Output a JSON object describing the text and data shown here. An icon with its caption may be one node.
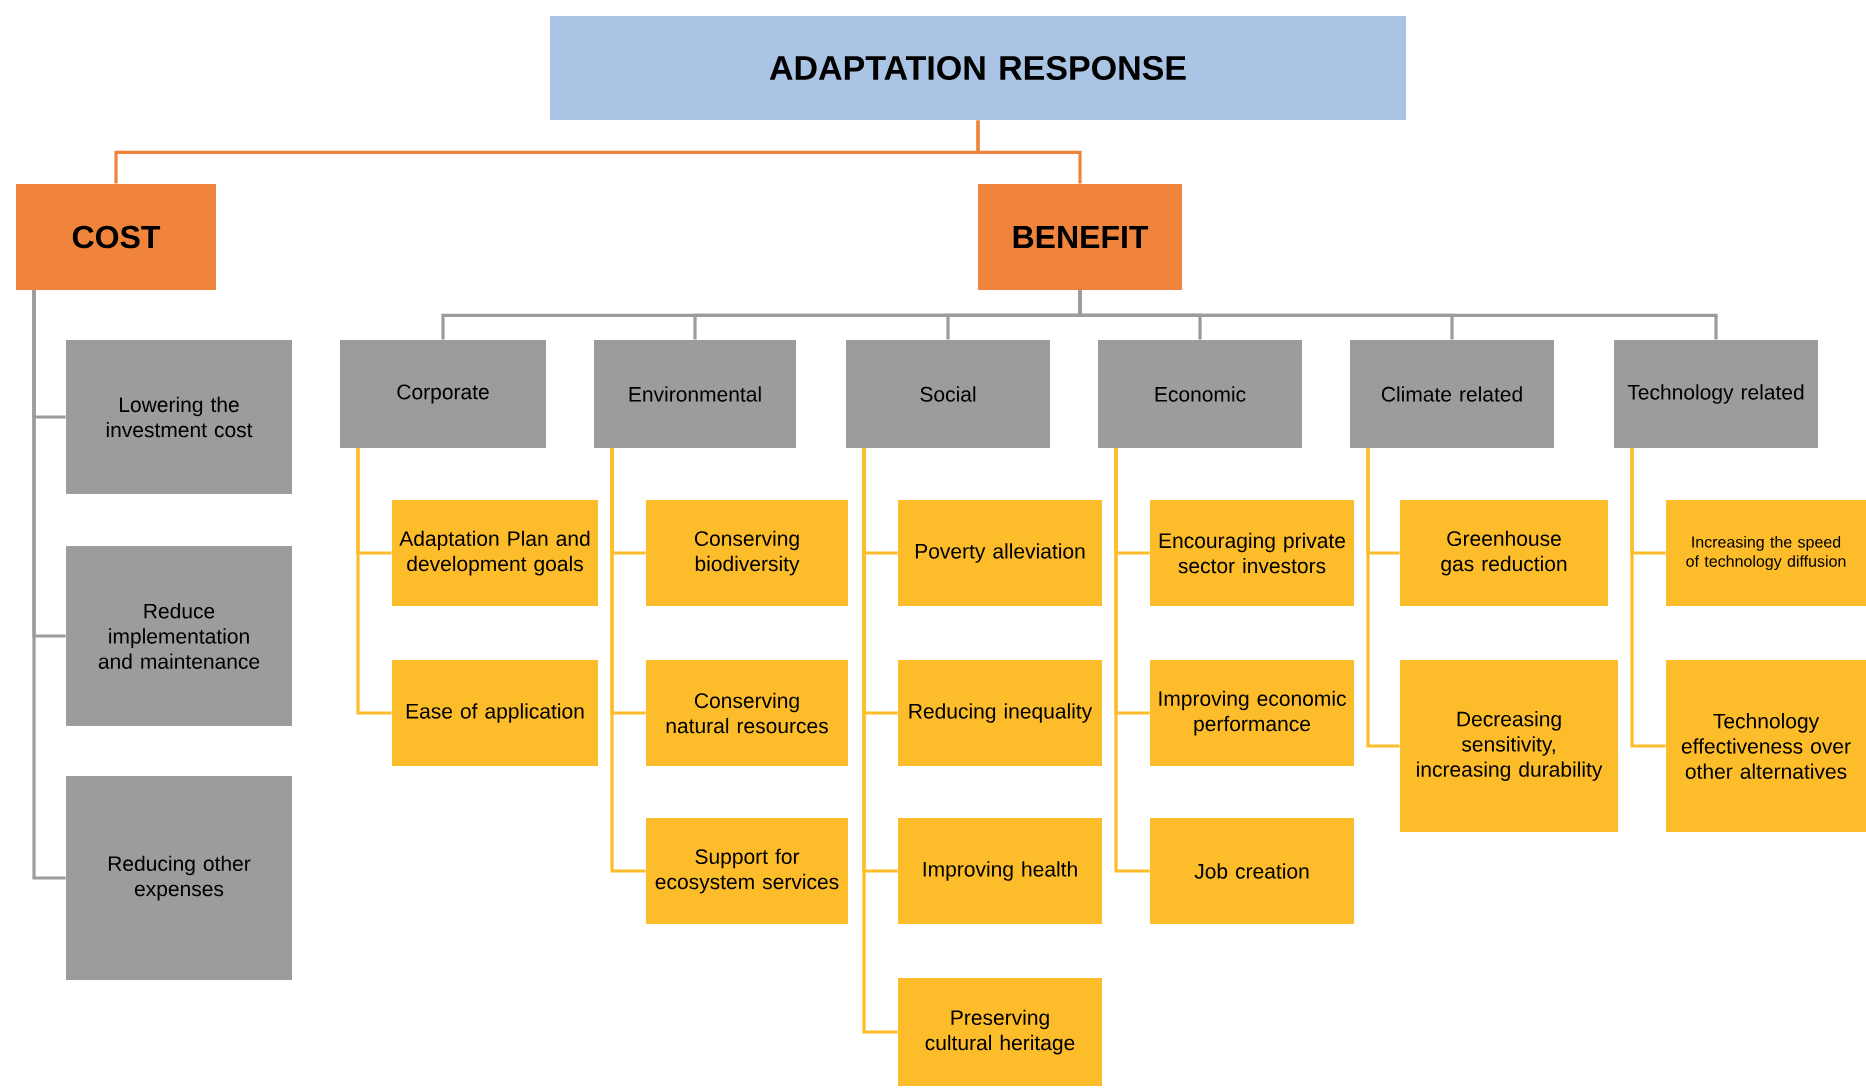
{
  "diagram": {
    "nodes": [
      {
        "text": [
          "ADAPTATION RESPONSE"
        ]
      },
      {
        "text": [
          "COST"
        ]
      },
      {
        "text": [
          "BENEFIT"
        ]
      },
      {
        "text": [
          "Lowering the investment cost"
        ]
      },
      {
        "text": [
          "Reduce implementation and maintenance"
        ]
      },
      {
        "text": [
          "Reducing other expenses"
        ]
      },
      {
        "text": [
          "Corporate"
        ]
      },
      {
        "text": [
          "Environmental"
        ]
      },
      {
        "text": [
          "Social"
        ]
      },
      {
        "text": [
          "Economic"
        ]
      },
      {
        "text": [
          "Climate related"
        ]
      },
      {
        "text": [
          "Technology related"
        ]
      },
      {
        "text": [
          "Adaptation Plan and development goals"
        ]
      },
      {
        "text": [
          "Ease of application"
        ]
      },
      {
        "text": [
          "Conserving biodiversity"
        ]
      },
      {
        "text": [
          "Conserving natural resources"
        ]
      },
      {
        "text": [
          "Support for ecosystem services"
        ]
      },
      {
        "text": [
          "Poverty alleviation"
        ]
      },
      {
        "text": [
          "Reducing inequality"
        ]
      },
      {
        "text": [
          "Improving health"
        ]
      },
      {
        "text": [
          "Preserving cultural heritage"
        ]
      },
      {
        "text": [
          "Encouraging private sector investors"
        ]
      },
      {
        "text": [
          "Improving economic performance"
        ]
      },
      {
        "text": [
          "Job creation"
        ]
      },
      {
        "text": [
          "Greenhouse gas reduction"
        ]
      },
      {
        "text": [
          "Decreasing sensitivity, increasing durability"
        ]
      },
      {
        "text": [
          "Increasing the speed of technology diffusion"
        ]
      },
      {
        "text": [
          "Technology effectiveness over other alternatives"
        ]
      }
    ],
    "edges": [
      {
        "from": 0,
        "to": 1,
        "arrow": "none",
        "color": "#f0843c"
      },
      {
        "from": 0,
        "to": 2,
        "arrow": "none",
        "color": "#f0843c"
      },
      {
        "from": 1,
        "to": 3,
        "arrow": "none",
        "color": "#9a9c9d"
      },
      {
        "from": 1,
        "to": 4,
        "arrow": "none",
        "color": "#9a9c9d"
      },
      {
        "from": 1,
        "to": 5,
        "arrow": "none",
        "color": "#9a9c9d"
      },
      {
        "from": 2,
        "to": 6,
        "arrow": "none",
        "color": "#9a9c9d"
      },
      {
        "from": 2,
        "to": 7,
        "arrow": "none",
        "color": "#9a9c9d"
      },
      {
        "from": 2,
        "to": 8,
        "arrow": "none",
        "color": "#9a9c9d"
      },
      {
        "from": 2,
        "to": 9,
        "arrow": "none",
        "color": "#9a9c9d"
      },
      {
        "from": 2,
        "to": 10,
        "arrow": "none",
        "color": "#9a9c9d"
      },
      {
        "from": 2,
        "to": 11,
        "arrow": "none",
        "color": "#9a9c9d"
      },
      {
        "from": 6,
        "to": 12,
        "arrow": "none"
      },
      {
        "from": 6,
        "to": 13,
        "arrow": "none"
      },
      {
        "from": 7,
        "to": 14,
        "arrow": "none"
      },
      {
        "from": 7,
        "to": 15,
        "arrow": "none"
      },
      {
        "from": 7,
        "to": 16,
        "arrow": "none"
      },
      {
        "from": 8,
        "to": 17,
        "arrow": "none"
      },
      {
        "from": 8,
        "to": 18,
        "arrow": "none"
      },
      {
        "from": 8,
        "to": 19,
        "arrow": "none"
      },
      {
        "from": 8,
        "to": 20,
        "arrow": "none"
      },
      {
        "from": 9,
        "to": 21,
        "arrow": "none"
      },
      {
        "from": 9,
        "to": 22,
        "arrow": "none"
      },
      {
        "from": 9,
        "to": 23,
        "arrow": "none"
      },
      {
        "from": 10,
        "to": 24,
        "arrow": "none"
      },
      {
        "from": 10,
        "to": 25,
        "arrow": "none"
      },
      {
        "from": 11,
        "to": 26,
        "arrow": "none"
      },
      {
        "from": 11,
        "to": 27,
        "arrow": "none"
      }
    ]
  }
}
